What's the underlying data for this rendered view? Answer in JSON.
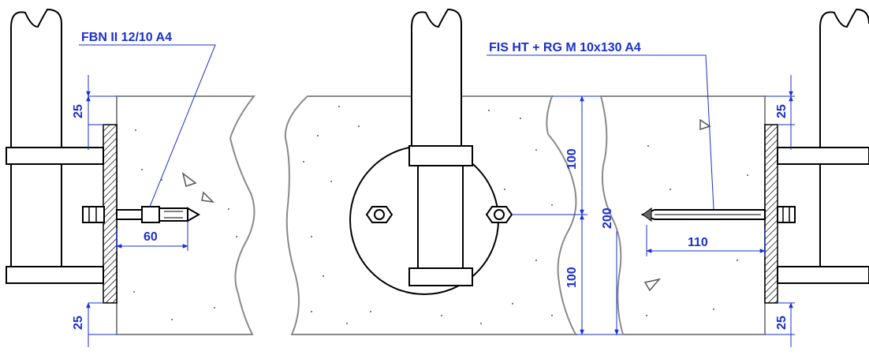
{
  "labels": {
    "left_anchor": "FBN II 12/10 A4",
    "right_anchor": "FIS HT + RG M 10x130 A4"
  },
  "dimensions": {
    "left_top": "25",
    "left_bottom": "25",
    "left_embed": "60",
    "center_upper": "100",
    "center_lower": "100",
    "center_total": "200",
    "right_embed": "110",
    "right_top": "25",
    "right_bottom": "25"
  },
  "colors": {
    "dimension": "#1a2fd0",
    "outline": "#000000",
    "concrete_edge": "#8a8a8a"
  }
}
